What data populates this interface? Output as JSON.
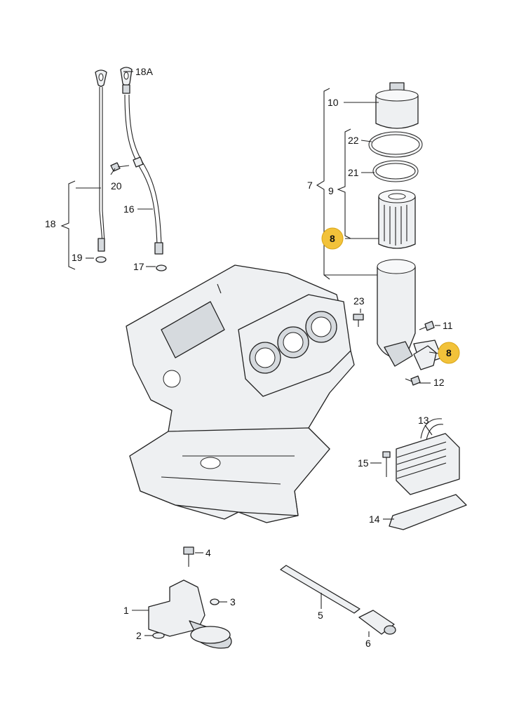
{
  "labels": {
    "l1": "1",
    "l2": "2",
    "l3": "3",
    "l4": "4",
    "l5": "5",
    "l6": "6",
    "l7": "7",
    "l8a": "8",
    "l8b": "8",
    "l9": "9",
    "l10": "10",
    "l11": "11",
    "l12": "12",
    "l13": "13",
    "l14": "14",
    "l15": "15",
    "l16": "16",
    "l17": "17",
    "l18": "18",
    "l18A": "18A",
    "l19": "19",
    "l20": "20",
    "l21": "21",
    "l22": "22",
    "l23": "23"
  },
  "colors": {
    "highlight": "#f2c23a",
    "line": "#222222",
    "part_fill": "#eef0f2"
  }
}
